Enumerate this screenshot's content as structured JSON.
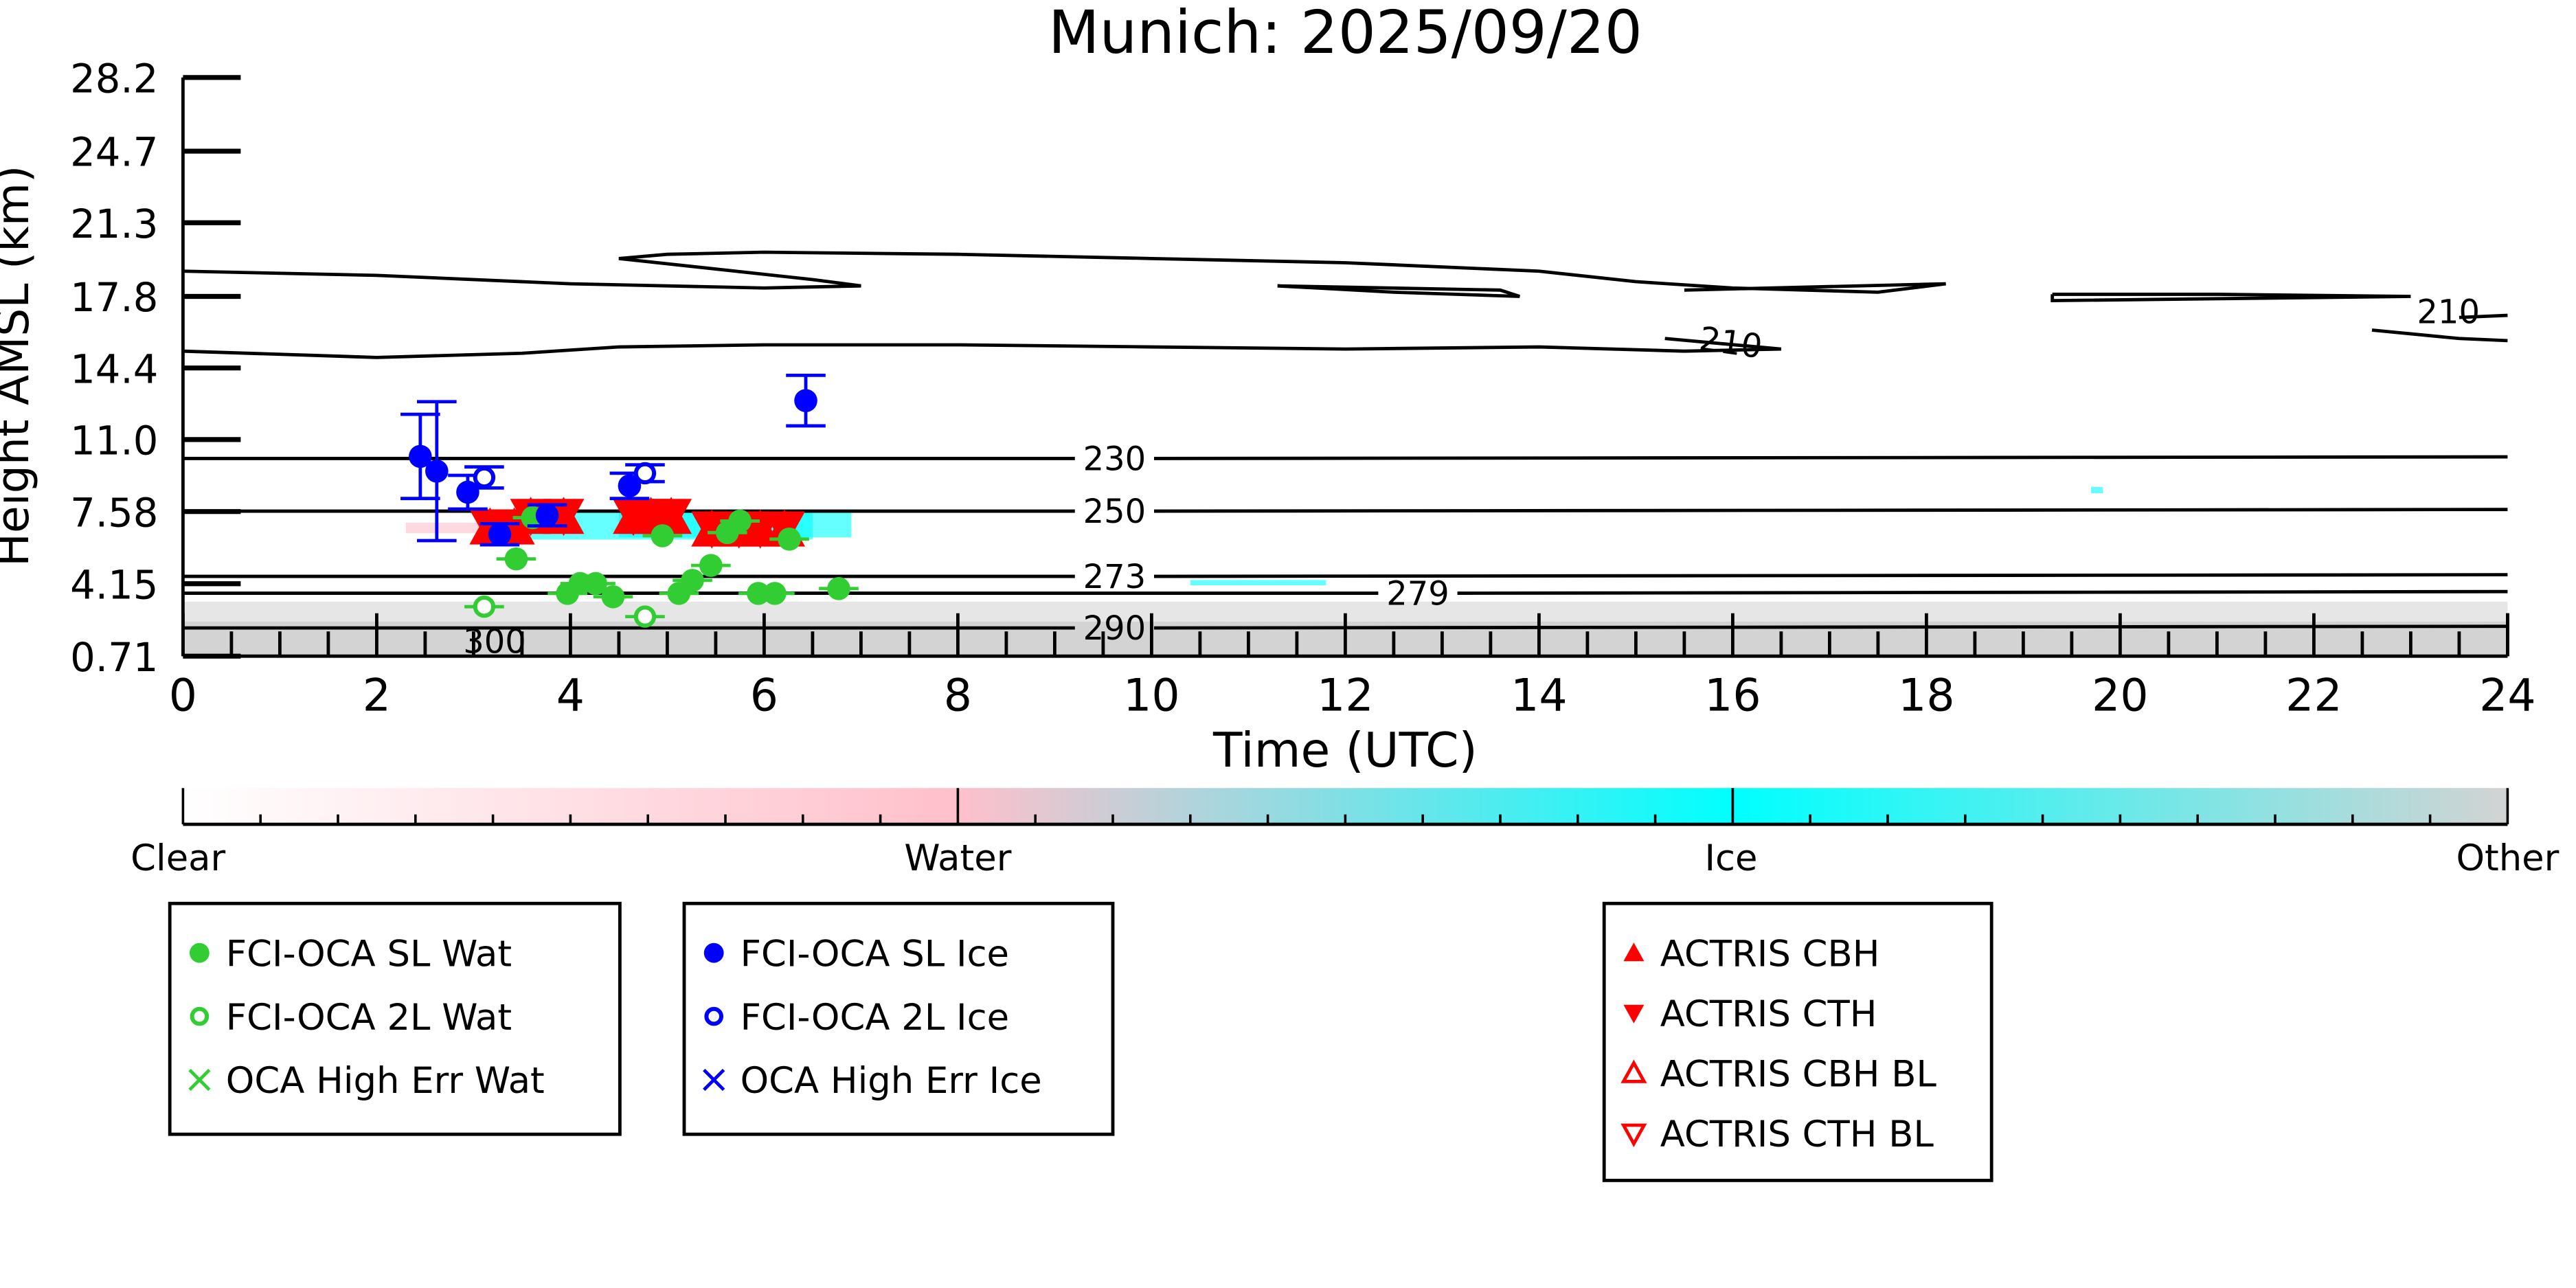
{
  "chart_data": {
    "type": "scatter",
    "title": "Munich: 2025/09/20",
    "xlabel": "Time (UTC)",
    "ylabel": "Height AMSL (km)",
    "xlim": [
      0,
      24
    ],
    "ylim": [
      0.71,
      28.2
    ],
    "xticks": [
      "0",
      "2",
      "4",
      "6",
      "8",
      "10",
      "12",
      "14",
      "16",
      "18",
      "20",
      "22",
      "24"
    ],
    "yticks": [
      "0.71",
      "4.15",
      "7.58",
      "11.0",
      "14.4",
      "17.8",
      "21.3",
      "24.7",
      "28.2"
    ],
    "grid": false,
    "colorbar": {
      "labels": [
        "Clear",
        "Water",
        "Ice",
        "Other"
      ],
      "colors": {
        "clear": "#ffffff",
        "water": "#ffc0cb",
        "ice": "#00ffff",
        "other": "#d3d3d3"
      }
    },
    "contours": [
      {
        "label": "230",
        "km": 10.1
      },
      {
        "label": "250",
        "km": 7.6
      },
      {
        "label": "273",
        "km": 4.5
      },
      {
        "label": "279",
        "km": 3.7
      },
      {
        "label": "290",
        "km": 2.05
      }
    ],
    "contour_210_labels": [
      "210",
      "210"
    ],
    "contour_300_label": "300",
    "contour_210_paths": [
      [
        [
          0,
          19.0
        ],
        [
          2,
          18.8
        ],
        [
          4,
          18.4
        ],
        [
          6,
          18.2
        ],
        [
          7,
          18.3
        ],
        [
          6.5,
          18.6
        ],
        [
          4.5,
          19.6
        ],
        [
          5,
          19.8
        ],
        [
          6,
          19.9
        ],
        [
          8,
          19.8
        ],
        [
          10,
          19.6
        ],
        [
          12,
          19.4
        ],
        [
          14,
          19.0
        ],
        [
          15,
          18.5
        ],
        [
          16,
          18.2
        ],
        [
          17.5,
          18.0
        ],
        [
          18.2,
          18.4
        ],
        [
          15.5,
          18.1
        ]
      ],
      [
        [
          0,
          15.2
        ],
        [
          2,
          14.9
        ],
        [
          3.5,
          15.1
        ],
        [
          4.5,
          15.4
        ],
        [
          6,
          15.5
        ],
        [
          8,
          15.5
        ],
        [
          10,
          15.4
        ],
        [
          12,
          15.3
        ],
        [
          14,
          15.4
        ],
        [
          15.5,
          15.2
        ],
        [
          16.5,
          15.3
        ],
        [
          15.3,
          15.8
        ]
      ],
      [
        [
          11.3,
          18.3
        ],
        [
          12.5,
          18.0
        ],
        [
          13.8,
          17.8
        ],
        [
          13.6,
          18.1
        ],
        [
          11.3,
          18.3
        ]
      ],
      [
        [
          19.3,
          17.9
        ],
        [
          21,
          17.9
        ],
        [
          23,
          17.8
        ],
        [
          19.3,
          17.6
        ],
        [
          19.3,
          17.9
        ]
      ],
      [
        [
          23.5,
          16.8
        ],
        [
          24,
          16.9
        ]
      ],
      [
        [
          22.6,
          16.2
        ],
        [
          23.5,
          15.8
        ],
        [
          24,
          15.7
        ]
      ]
    ],
    "series": [
      {
        "name": "FCI-OCA SL Wat",
        "color": "#32cd32",
        "marker": "filled-circle",
        "points": [
          [
            3.44,
            5.33
          ],
          [
            3.61,
            7.29
          ],
          [
            3.97,
            3.69
          ],
          [
            4.1,
            4.16
          ],
          [
            4.26,
            4.16
          ],
          [
            4.44,
            3.53
          ],
          [
            4.95,
            6.43
          ],
          [
            5.12,
            3.69
          ],
          [
            5.26,
            4.31
          ],
          [
            5.45,
            5.02
          ],
          [
            5.62,
            6.58
          ],
          [
            5.75,
            7.13
          ],
          [
            5.94,
            3.69
          ],
          [
            6.11,
            3.69
          ],
          [
            6.26,
            6.27
          ],
          [
            6.77,
            3.92
          ]
        ]
      },
      {
        "name": "FCI-OCA 2L Wat",
        "color": "#32cd32",
        "marker": "open-circle",
        "points": [
          [
            3.11,
            3.06
          ],
          [
            4.77,
            2.59
          ]
        ]
      },
      {
        "name": "OCA High Err Wat",
        "color": "#32cd32",
        "marker": "x",
        "points": []
      },
      {
        "name": "FCI-OCA SL Ice",
        "color": "#0000ff",
        "marker": "filled-circle",
        "points": [
          [
            2.45,
            10.2,
            2.0
          ],
          [
            2.62,
            9.5,
            3.3
          ],
          [
            2.94,
            8.5,
            0.8
          ],
          [
            3.27,
            6.5,
            0.5
          ],
          [
            3.76,
            7.4,
            0.5
          ],
          [
            4.61,
            8.8,
            0.6
          ],
          [
            6.43,
            12.85,
            1.2
          ]
        ]
      },
      {
        "name": "FCI-OCA 2L Ice",
        "color": "#0000ff",
        "marker": "open-circle",
        "points": [
          [
            3.11,
            9.2,
            0.5
          ],
          [
            4.77,
            9.4,
            0.4
          ]
        ]
      },
      {
        "name": "OCA High Err Ice",
        "color": "#0000ff",
        "marker": "x",
        "points": []
      },
      {
        "name": "ACTRIS CBH",
        "color": "#ff0000",
        "marker": "triangle-up",
        "points": [
          [
            3.17,
            6.8
          ],
          [
            3.42,
            6.8
          ],
          [
            3.59,
            7.3
          ],
          [
            3.93,
            7.3
          ],
          [
            4.65,
            7.3
          ],
          [
            4.83,
            7.3
          ],
          [
            5.04,
            7.3
          ],
          [
            5.46,
            6.7
          ],
          [
            5.74,
            6.7
          ],
          [
            5.96,
            6.7
          ],
          [
            6.21,
            6.7
          ]
        ]
      },
      {
        "name": "ACTRIS CTH",
        "color": "#ff0000",
        "marker": "triangle-down",
        "points": [
          [
            3.17,
            6.9
          ],
          [
            3.42,
            6.9
          ],
          [
            3.59,
            7.4
          ],
          [
            3.93,
            7.4
          ],
          [
            4.65,
            7.4
          ],
          [
            4.83,
            7.4
          ],
          [
            5.04,
            7.4
          ],
          [
            5.46,
            6.8
          ],
          [
            5.74,
            6.8
          ],
          [
            5.96,
            6.8
          ],
          [
            6.21,
            6.8
          ]
        ]
      },
      {
        "name": "ACTRIS CBH BL",
        "color": "#ff0000",
        "marker": "open-triangle-up",
        "points": []
      },
      {
        "name": "ACTRIS CTH BL",
        "color": "#ff0000",
        "marker": "open-triangle-down",
        "points": []
      }
    ]
  }
}
